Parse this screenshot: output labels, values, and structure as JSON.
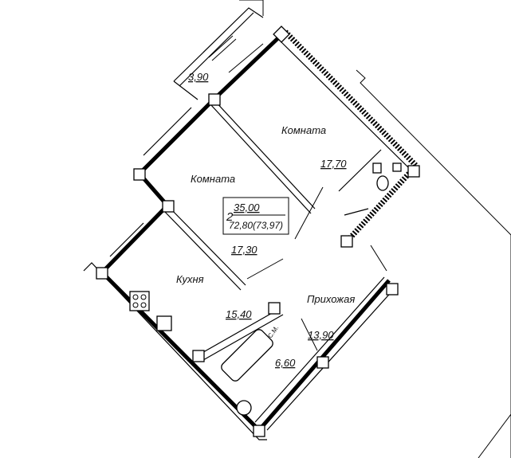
{
  "plan": {
    "apartment_number": "2",
    "living_area": "35,00",
    "total_area": "72,80(73,97)",
    "rooms": [
      {
        "name": "",
        "area": "3,90"
      },
      {
        "name": "Комната",
        "area": "17,70"
      },
      {
        "name": "Комната",
        "area": "17,30"
      },
      {
        "name": "Кухня",
        "area": "15,40"
      },
      {
        "name": "Прихожая",
        "area": "13,90"
      },
      {
        "name": "",
        "area": "6,60"
      }
    ],
    "washer_label": "С.М."
  }
}
